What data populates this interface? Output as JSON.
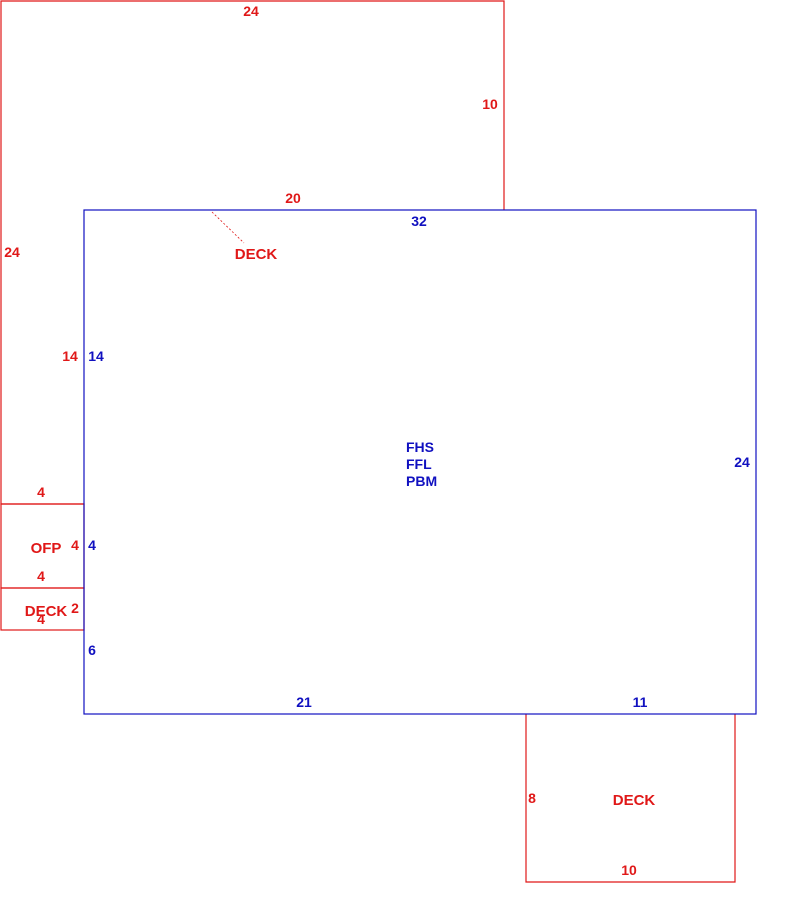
{
  "colors": {
    "addition": "#e01818",
    "main_structure": "#1010c0"
  },
  "main_structure": {
    "codes": [
      "FHS",
      "FFL",
      "PBM"
    ],
    "dimensions": {
      "top": "32",
      "right": "24",
      "left_upper": "14",
      "left_middle": "4",
      "left_lower": "6",
      "bottom_left": "21",
      "bottom_right": "11"
    }
  },
  "upper_deck": {
    "label": "DECK",
    "dimensions": {
      "top": "24",
      "right": "10",
      "left": "24",
      "inner_bottom": "20",
      "inner_left": "14",
      "bottom": "4"
    }
  },
  "porch": {
    "label": "OFP",
    "dimensions": {
      "top": "4",
      "right": "4",
      "bottom": "4"
    }
  },
  "small_deck": {
    "label": "DECK",
    "dimensions": {
      "right": "2",
      "bottom": "4"
    }
  },
  "lower_deck": {
    "label": "DECK",
    "dimensions": {
      "left": "8",
      "bottom": "10"
    }
  }
}
